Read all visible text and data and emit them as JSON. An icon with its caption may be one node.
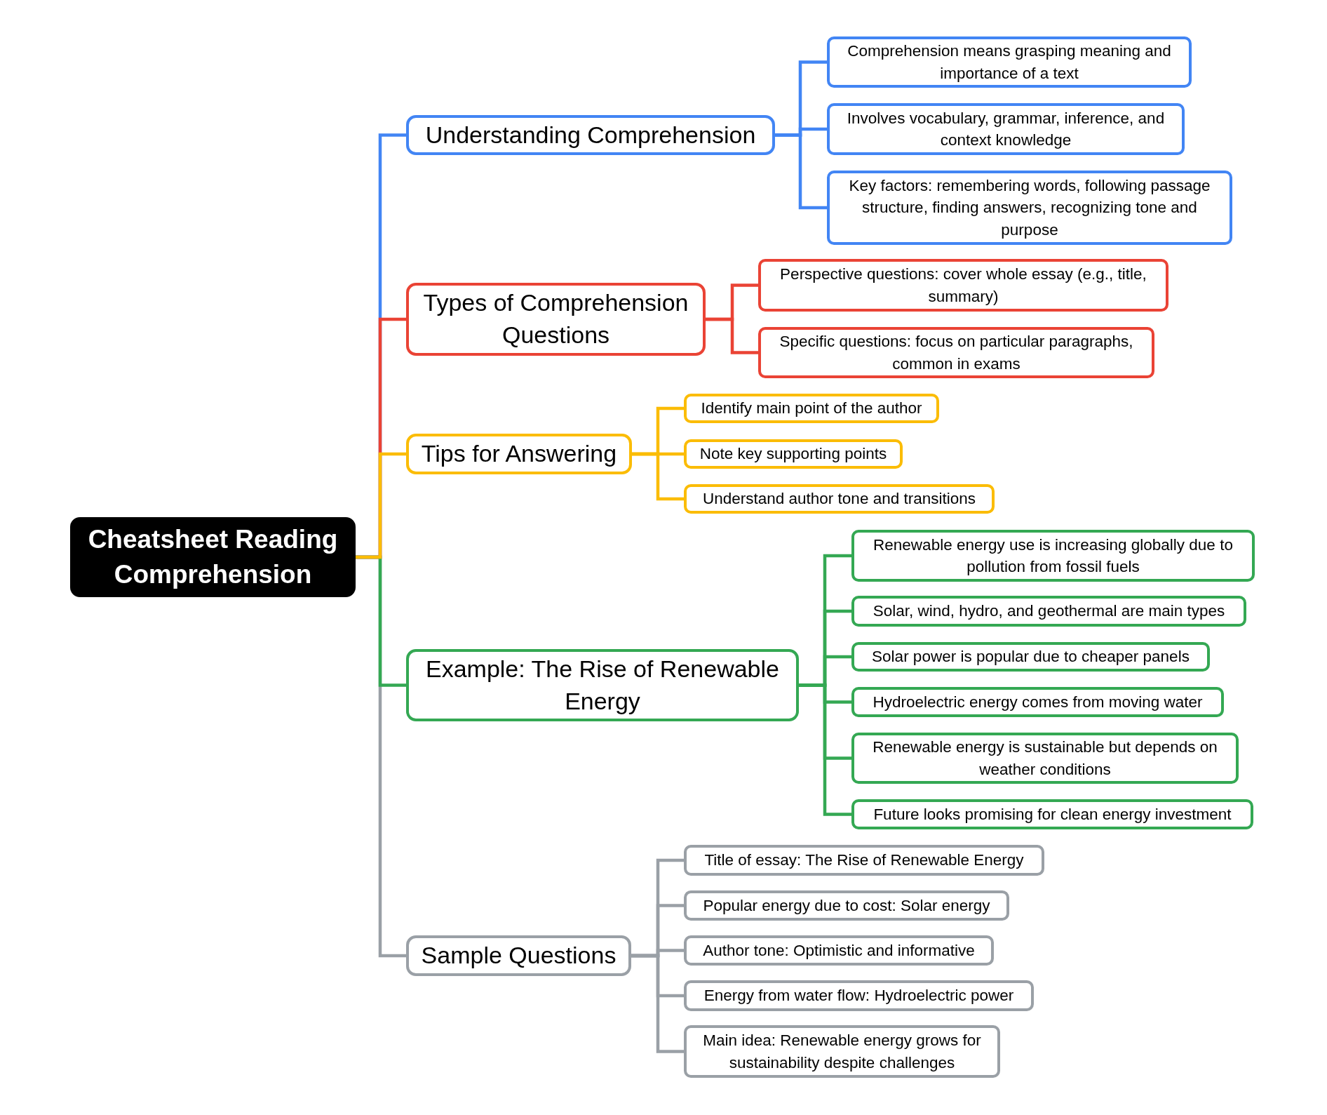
{
  "diagram": {
    "nodes": [
      {
        "text": [
          "Cheatsheet Reading Comprehension"
        ]
      },
      {
        "text": [
          "Understanding Comprehension"
        ]
      },
      {
        "text": [
          "Comprehension means grasping meaning and importance of a text"
        ]
      },
      {
        "text": [
          "Involves vocabulary, grammar, inference, and context knowledge"
        ]
      },
      {
        "text": [
          "Key factors: remembering words, following passage structure, finding answers, recognizing tone and purpose"
        ]
      },
      {
        "text": [
          "Types of Comprehension Questions"
        ]
      },
      {
        "text": [
          "Perspective questions: cover whole essay (e.g., title, summary)"
        ]
      },
      {
        "text": [
          "Specific questions: focus on particular paragraphs, common in exams"
        ]
      },
      {
        "text": [
          "Tips for Answering"
        ]
      },
      {
        "text": [
          "Identify main point of the author"
        ]
      },
      {
        "text": [
          "Note key supporting points"
        ]
      },
      {
        "text": [
          "Understand author tone and transitions"
        ]
      },
      {
        "text": [
          "Example: The Rise of Renewable Energy"
        ]
      },
      {
        "text": [
          "Renewable energy use is increasing globally due to pollution from fossil fuels"
        ]
      },
      {
        "text": [
          "Solar, wind, hydro, and geothermal are main types"
        ]
      },
      {
        "text": [
          "Solar power is popular due to cheaper panels"
        ]
      },
      {
        "text": [
          "Hydroelectric energy comes from moving water"
        ]
      },
      {
        "text": [
          "Renewable energy is sustainable but depends on weather conditions"
        ]
      },
      {
        "text": [
          "Future looks promising for clean energy investment"
        ]
      },
      {
        "text": [
          "Sample Questions"
        ]
      },
      {
        "text": [
          "Title of essay: The Rise of Renewable Energy"
        ]
      },
      {
        "text": [
          "Popular energy due to cost: Solar energy"
        ]
      },
      {
        "text": [
          "Author tone: Optimistic and informative"
        ]
      },
      {
        "text": [
          "Energy from water flow: Hydroelectric power"
        ]
      },
      {
        "text": [
          "Main idea: Renewable energy grows for sustainability despite challenges"
        ]
      }
    ],
    "edges": [
      {
        "from": 0,
        "to": 1,
        "arrow": "none",
        "color": "#4285f4"
      },
      {
        "from": 0,
        "to": 5,
        "arrow": "none",
        "color": "#ea4335"
      },
      {
        "from": 0,
        "to": 8,
        "arrow": "none",
        "color": "#fbbc04"
      },
      {
        "from": 0,
        "to": 12,
        "arrow": "none",
        "color": "#34a853"
      },
      {
        "from": 0,
        "to": 19,
        "arrow": "none",
        "color": "#9aa0a6"
      },
      {
        "from": 1,
        "to": 2,
        "arrow": "none",
        "color": "#4285f4"
      },
      {
        "from": 1,
        "to": 3,
        "arrow": "none",
        "color": "#4285f4"
      },
      {
        "from": 1,
        "to": 4,
        "arrow": "none",
        "color": "#4285f4"
      },
      {
        "from": 5,
        "to": 6,
        "arrow": "none",
        "color": "#ea4335"
      },
      {
        "from": 5,
        "to": 7,
        "arrow": "none",
        "color": "#ea4335"
      },
      {
        "from": 8,
        "to": 9,
        "arrow": "none",
        "color": "#fbbc04"
      },
      {
        "from": 8,
        "to": 10,
        "arrow": "none",
        "color": "#fbbc04"
      },
      {
        "from": 8,
        "to": 11,
        "arrow": "none",
        "color": "#fbbc04"
      },
      {
        "from": 12,
        "to": 13,
        "arrow": "none",
        "color": "#34a853"
      },
      {
        "from": 12,
        "to": 14,
        "arrow": "none",
        "color": "#34a853"
      },
      {
        "from": 12,
        "to": 15,
        "arrow": "none",
        "color": "#34a853"
      },
      {
        "from": 12,
        "to": 16,
        "arrow": "none",
        "color": "#34a853"
      },
      {
        "from": 12,
        "to": 17,
        "arrow": "none",
        "color": "#34a853"
      },
      {
        "from": 12,
        "to": 18,
        "arrow": "none",
        "color": "#34a853"
      },
      {
        "from": 19,
        "to": 20,
        "arrow": "none",
        "color": "#9aa0a6"
      },
      {
        "from": 19,
        "to": 21,
        "arrow": "none",
        "color": "#9aa0a6"
      },
      {
        "from": 19,
        "to": 22,
        "arrow": "none",
        "color": "#9aa0a6"
      },
      {
        "from": 19,
        "to": 23,
        "arrow": "none",
        "color": "#9aa0a6"
      },
      {
        "from": 19,
        "to": 24,
        "arrow": "none",
        "color": "#9aa0a6"
      }
    ]
  }
}
